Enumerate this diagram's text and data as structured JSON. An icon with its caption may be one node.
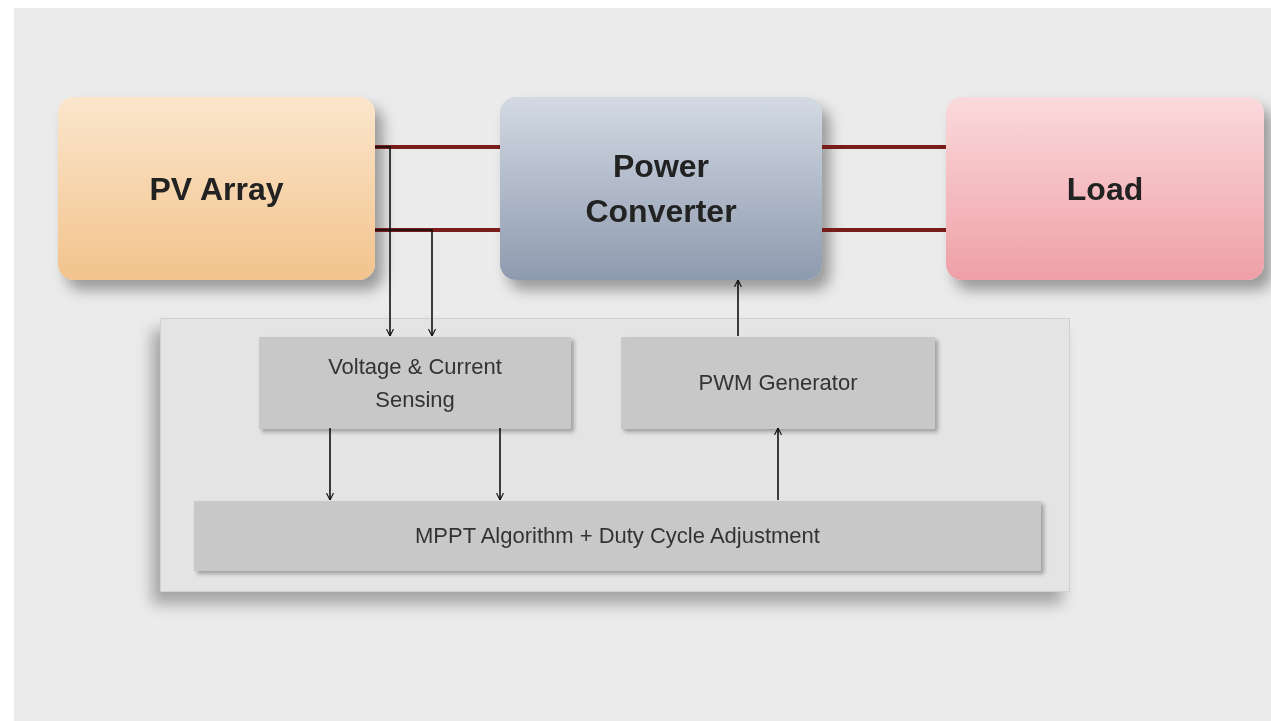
{
  "diagram": {
    "nodes": [
      {
        "text": [
          "PV Array"
        ]
      },
      {
        "text": [
          "Power Converter"
        ]
      },
      {
        "text": [
          "Load"
        ]
      },
      {
        "text": [],
        "shape": "box"
      },
      {
        "text": [
          "Voltage & Current Sensing"
        ],
        "in": 3
      },
      {
        "text": [
          "PWM Generator"
        ],
        "in": 3
      },
      {
        "text": [
          "MPPT Algorithm + Duty Cycle Adjustment"
        ],
        "in": 3
      }
    ],
    "edges": [
      {
        "from": 0,
        "to": 1,
        "arrow": "none",
        "style": "thick",
        "color": "#7a1c1c"
      },
      {
        "from": 0,
        "to": 1,
        "arrow": "none",
        "style": "thick",
        "color": "#7a1c1c"
      },
      {
        "from": 1,
        "to": 2,
        "arrow": "none",
        "style": "thick",
        "color": "#7a1c1c"
      },
      {
        "from": 1,
        "to": 2,
        "arrow": "none",
        "style": "thick",
        "color": "#7a1c1c"
      },
      {
        "from": 0,
        "to": 4,
        "arrow": "to"
      },
      {
        "from": 0,
        "to": 4,
        "arrow": "to"
      },
      {
        "from": 4,
        "to": 6,
        "arrow": "to"
      },
      {
        "from": 4,
        "to": 6,
        "arrow": "to"
      },
      {
        "from": 6,
        "to": 5,
        "arrow": "to"
      },
      {
        "from": 5,
        "to": 1,
        "arrow": "to"
      }
    ]
  }
}
